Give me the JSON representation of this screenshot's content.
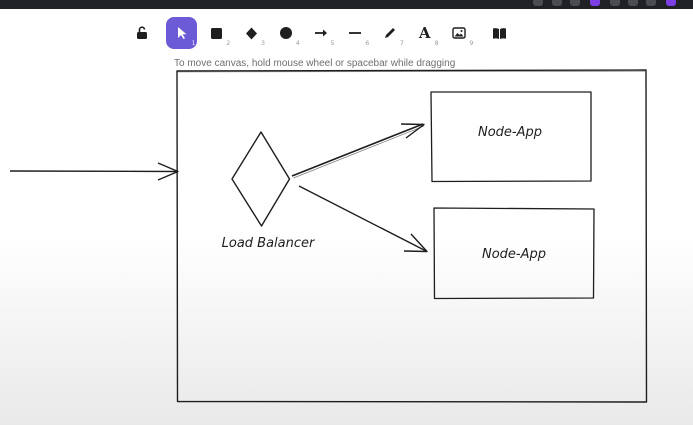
{
  "toolbar": {
    "tools": [
      {
        "name": "lock",
        "shortcut": ""
      },
      {
        "name": "selection",
        "shortcut": "1"
      },
      {
        "name": "rectangle",
        "shortcut": "2"
      },
      {
        "name": "diamond",
        "shortcut": "3"
      },
      {
        "name": "ellipse",
        "shortcut": "4"
      },
      {
        "name": "arrow",
        "shortcut": "5"
      },
      {
        "name": "line",
        "shortcut": "6"
      },
      {
        "name": "draw",
        "shortcut": "7"
      },
      {
        "name": "text",
        "shortcut": "8"
      },
      {
        "name": "image",
        "shortcut": "9"
      },
      {
        "name": "library",
        "shortcut": ""
      }
    ],
    "active_tool": "selection",
    "text_tool_glyph": "A"
  },
  "hint": "To move canvas, hold mouse wheel or spacebar while dragging",
  "diagram": {
    "load_balancer_label": "Load Balancer",
    "node_app_1_label": "Node-App",
    "node_app_2_label": "Node-App"
  },
  "colors": {
    "accent": "#6b5bd6",
    "stroke": "#1e1e1e"
  }
}
